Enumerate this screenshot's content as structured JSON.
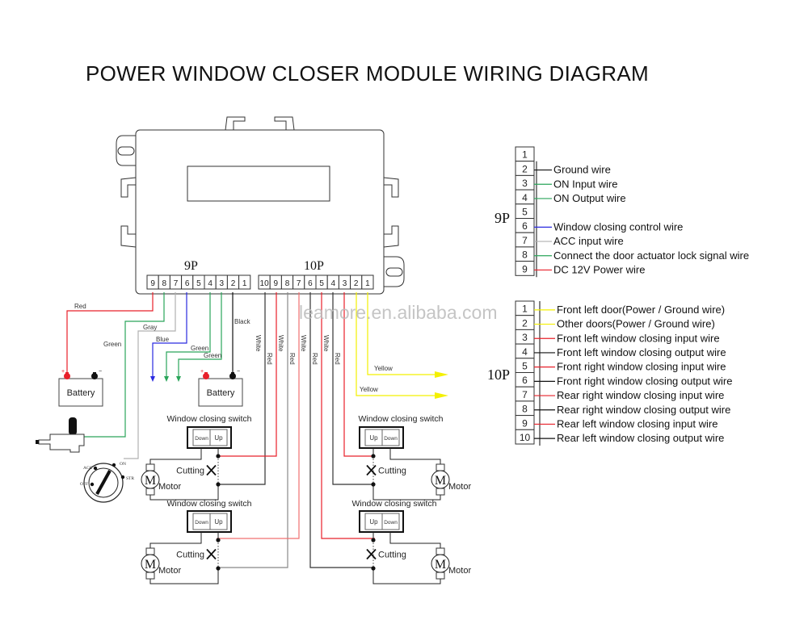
{
  "title": "POWER WINDOW CLOSER MODULE WIRING DIAGRAM",
  "watermark": "leamore.en.alibaba.com",
  "colors": {
    "red": "#e8202a",
    "green": "#2aa55a",
    "gray": "#b0b0b0",
    "blue": "#2a2ae0",
    "black": "#111111",
    "white_wire": "#555555",
    "yellow": "#f4f000"
  },
  "module": {
    "connector_9p_label": "9P",
    "connector_10p_label": "10P",
    "pins_9p": [
      "9",
      "8",
      "7",
      "6",
      "5",
      "4",
      "3",
      "2",
      "1"
    ],
    "pins_10p": [
      "10",
      "9",
      "8",
      "7",
      "6",
      "5",
      "4",
      "3",
      "2",
      "1"
    ]
  },
  "wire_labels": {
    "red": "Red",
    "green_ign": "Green",
    "gray": "Gray",
    "blue": "Blue",
    "green1": "Green",
    "green2": "Green",
    "black": "Black",
    "white": "White",
    "red_v": "Red",
    "yellow1": "Yellow",
    "yellow2": "Yellow"
  },
  "battery_left": {
    "label": "Battery",
    "plus": "+",
    "minus": "−"
  },
  "battery_right": {
    "label": "Battery",
    "plus": "+",
    "minus": "−"
  },
  "ignition": {
    "acc": "ACC",
    "on": "ON",
    "off": "OFF",
    "str": "STR"
  },
  "switches": [
    {
      "title": "Window closing switch",
      "left": "Down",
      "right": "Up",
      "cutting": "Cutting",
      "motor": "Motor",
      "motor_glyph": "M"
    },
    {
      "title": "Window closing switch",
      "left": "Up",
      "right": "Down",
      "cutting": "Cutting",
      "motor": "Motor",
      "motor_glyph": "M"
    },
    {
      "title": "Window closing switch",
      "left": "Down",
      "right": "Up",
      "cutting": "Cutting",
      "motor": "Motor",
      "motor_glyph": "M"
    },
    {
      "title": "Window closing switch",
      "left": "Up",
      "right": "Down",
      "cutting": "Cutting",
      "motor": "Motor",
      "motor_glyph": "M"
    }
  ],
  "legend_9p": {
    "label": "9P",
    "rows": [
      {
        "pin": "1",
        "desc": "",
        "color": ""
      },
      {
        "pin": "2",
        "desc": "Ground wire",
        "color": "#111111"
      },
      {
        "pin": "3",
        "desc": "ON Input wire",
        "color": "#2aa55a"
      },
      {
        "pin": "4",
        "desc": "ON Output wire",
        "color": "#2aa55a"
      },
      {
        "pin": "5",
        "desc": "",
        "color": ""
      },
      {
        "pin": "6",
        "desc": "Window closing control wire",
        "color": "#2a2ae0"
      },
      {
        "pin": "7",
        "desc": "ACC input wire",
        "color": "#b0b0b0"
      },
      {
        "pin": "8",
        "desc": "Connect the door actuator lock signal  wire",
        "color": "#2aa55a"
      },
      {
        "pin": "9",
        "desc": "DC 12V Power wire",
        "color": "#e8202a"
      }
    ]
  },
  "legend_10p": {
    "label": "10P",
    "rows": [
      {
        "pin": "1",
        "desc": "Front left door(Power / Ground wire)",
        "color": "#f4f000"
      },
      {
        "pin": "2",
        "desc": "Other doors(Power / Ground wire)",
        "color": "#f4f000"
      },
      {
        "pin": "3",
        "desc": "Front left window closing input wire",
        "color": "#e8202a"
      },
      {
        "pin": "4",
        "desc": "Front left window closing output wire",
        "color": "#111111"
      },
      {
        "pin": "5",
        "desc": "Front right window closing input wire",
        "color": "#e8202a"
      },
      {
        "pin": "6",
        "desc": "Front right window closing output wire",
        "color": "#111111"
      },
      {
        "pin": "7",
        "desc": "Rear right window closing input wire",
        "color": "#e8202a"
      },
      {
        "pin": "8",
        "desc": "Rear right window closing output wire",
        "color": "#111111"
      },
      {
        "pin": "9",
        "desc": "Rear left window closing input wire",
        "color": "#e8202a"
      },
      {
        "pin": "10",
        "desc": "Rear left window closing output wire",
        "color": "#111111"
      }
    ]
  }
}
